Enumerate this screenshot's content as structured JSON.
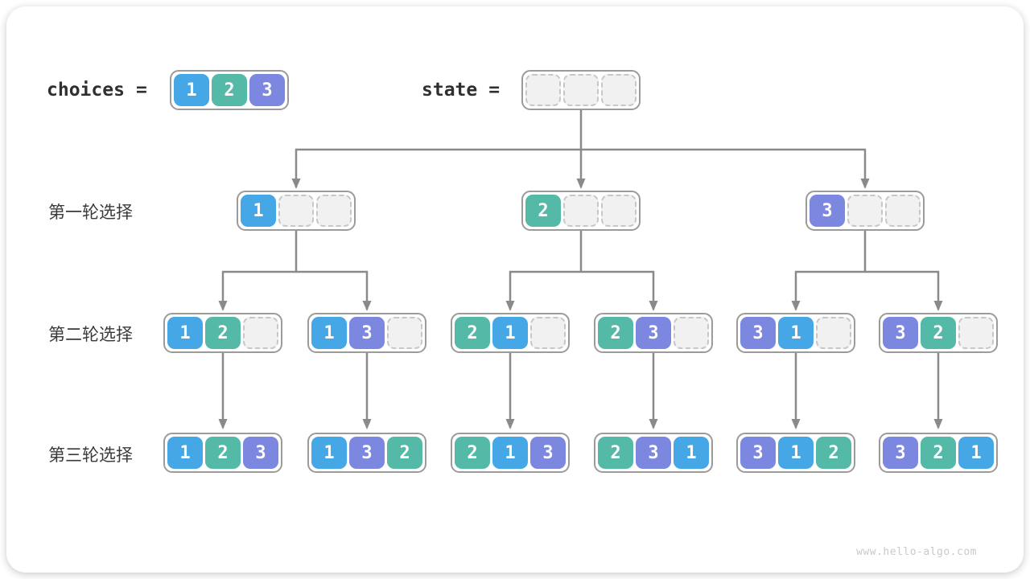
{
  "header": {
    "choices_keyword": "choices",
    "choices_equals": "=",
    "choices_cells": [
      1,
      2,
      3
    ],
    "state_keyword": "state",
    "state_equals": "=",
    "state_cells": [
      null,
      null,
      null
    ]
  },
  "rows": [
    {
      "label": "第一轮选择",
      "nodes": [
        [
          1,
          null,
          null
        ],
        [
          2,
          null,
          null
        ],
        [
          3,
          null,
          null
        ]
      ]
    },
    {
      "label": "第二轮选择",
      "nodes": [
        [
          1,
          2,
          null
        ],
        [
          1,
          3,
          null
        ],
        [
          2,
          1,
          null
        ],
        [
          2,
          3,
          null
        ],
        [
          3,
          1,
          null
        ],
        [
          3,
          2,
          null
        ]
      ]
    },
    {
      "label": "第三轮选择",
      "nodes": [
        [
          1,
          2,
          3
        ],
        [
          1,
          3,
          2
        ],
        [
          2,
          1,
          3
        ],
        [
          2,
          3,
          1
        ],
        [
          3,
          1,
          2
        ],
        [
          3,
          2,
          1
        ]
      ]
    }
  ],
  "cell_colors": {
    "1": "#45a7e6",
    "2": "#55b9a7",
    "3": "#7c87e0"
  },
  "styles": {
    "empty_cell_bg": "#f1f1f1",
    "empty_cell_border": "#c7c7c7",
    "node_border": "#9b9b9b",
    "connector": "#8a8a8a",
    "text": "#2f2f2f",
    "label_text": "#3a3a3a",
    "watermark_color": "#c9c9c9"
  },
  "watermark": "www.hello-algo.com"
}
